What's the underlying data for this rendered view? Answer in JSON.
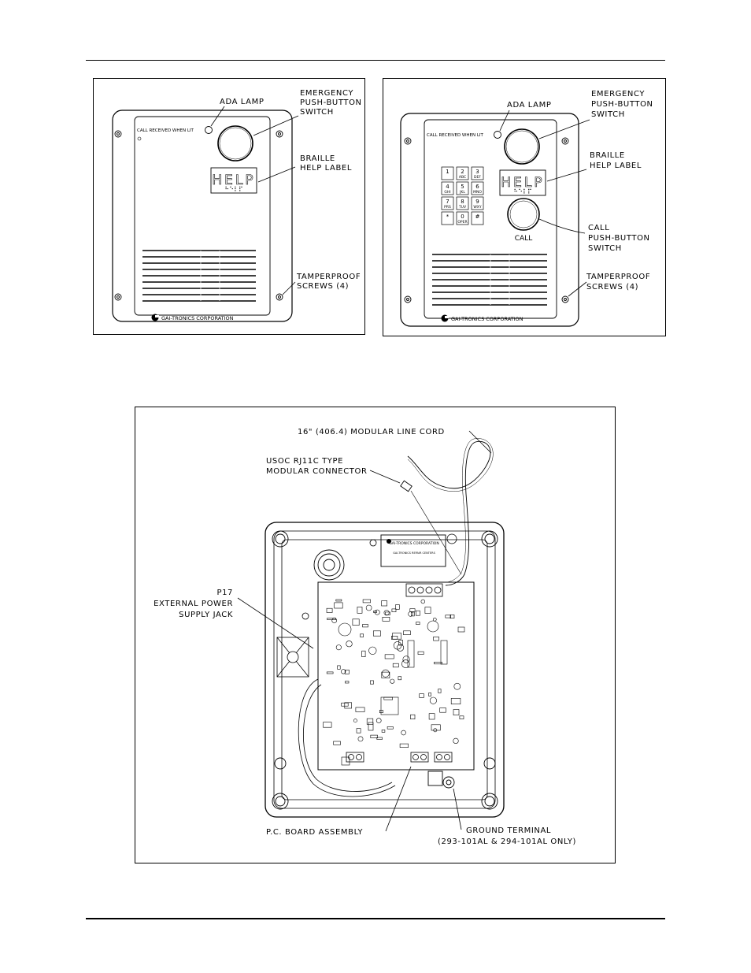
{
  "figure_a": {
    "labels": {
      "ada_lamp": "ADA LAMP",
      "emergency_1": "EMERGENCY",
      "emergency_2": "PUSH-BUTTON",
      "emergency_3": "SWITCH",
      "braille_1": "BRAILLE",
      "braille_2": "HELP LABEL",
      "tamper_1": "TAMPERPROOF",
      "tamper_2": "SCREWS (4)"
    },
    "faceplate": {
      "call_received": "CALL RECEIVED WHEN LIT",
      "help": "HELP",
      "braille": "⠓⠑⠇⠏",
      "company": "GAI-TRONICS CORPORATION"
    }
  },
  "figure_b": {
    "labels": {
      "ada_lamp": "ADA LAMP",
      "emergency_1": "EMERGENCY",
      "emergency_2": "PUSH-BUTTON",
      "emergency_3": "SWITCH",
      "braille_1": "BRAILLE",
      "braille_2": "HELP LABEL",
      "call_1": "CALL",
      "call_2": "PUSH-BUTTON",
      "call_3": "SWITCH",
      "tamper_1": "TAMPERPROOF",
      "tamper_2": "SCREWS (4)"
    },
    "faceplate": {
      "call_received": "CALL RECEIVED WHEN LIT",
      "help": "HELP",
      "braille": "⠓⠑⠇⠏",
      "call": "CALL",
      "company": "GAI-TRONICS CORPORATION"
    },
    "keypad": [
      {
        "digit": "1",
        "letters": ""
      },
      {
        "digit": "2",
        "letters": "ABC"
      },
      {
        "digit": "3",
        "letters": "DEF"
      },
      {
        "digit": "4",
        "letters": "GHI"
      },
      {
        "digit": "5",
        "letters": "JKL"
      },
      {
        "digit": "6",
        "letters": "MNO"
      },
      {
        "digit": "7",
        "letters": "PRS"
      },
      {
        "digit": "8",
        "letters": "TUV"
      },
      {
        "digit": "9",
        "letters": "WXY"
      },
      {
        "digit": "*",
        "letters": ""
      },
      {
        "digit": "0",
        "letters": "OPER"
      },
      {
        "digit": "#",
        "letters": ""
      }
    ]
  },
  "figure_c": {
    "labels": {
      "line_cord": "16\" (406.4) MODULAR LINE CORD",
      "usoc_1": "USOC RJ11C TYPE",
      "usoc_2": "MODULAR CONNECTOR",
      "p17_1": "P17",
      "p17_2": "EXTERNAL POWER",
      "p17_3": "SUPPLY JACK",
      "pcb": "P.C. BOARD ASSEMBLY",
      "ground_1": "GROUND TERMINAL",
      "ground_2": "(293-101AL & 294-101AL ONLY)"
    },
    "plate_1": "GAI-TRONICS CORPORATION",
    "plate_2": "GAI-TRONICS REPAIR CENTERS"
  }
}
